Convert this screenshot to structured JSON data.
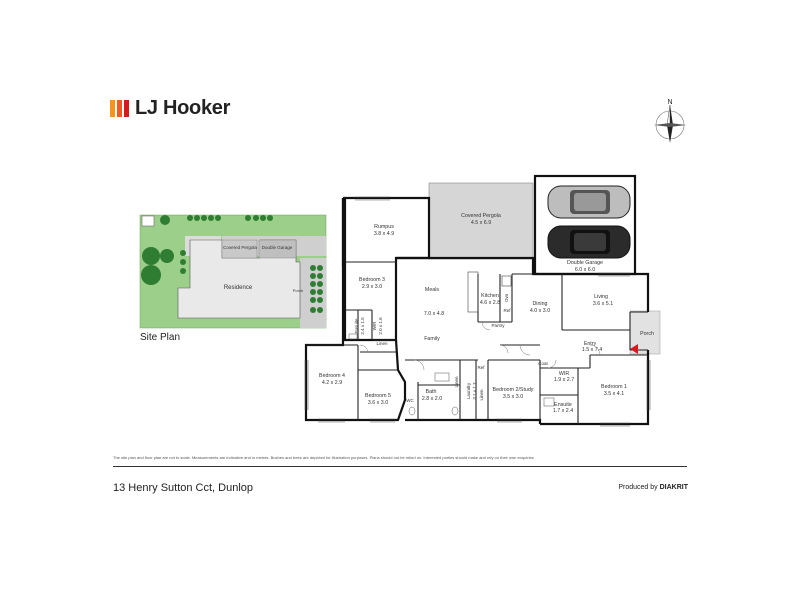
{
  "brand": {
    "name": "LJ Hooker",
    "colors": [
      "#f7941d",
      "#f15a24",
      "#d7181f"
    ]
  },
  "compass": {
    "north_label": "N"
  },
  "site_plan": {
    "caption": "Site Plan",
    "labels": {
      "residence": "Residence",
      "covered_pergola": "Covered Pergola",
      "double_garage": "Double Garage",
      "porch": "Porch"
    }
  },
  "rooms": [
    {
      "id": "covered_pergola",
      "name": "Covered Pergola",
      "size": "4.5 x 6.9"
    },
    {
      "id": "double_garage",
      "name": "Double Garage",
      "size": "6.0 x 6.0"
    },
    {
      "id": "rumpus",
      "name": "Rumpus",
      "size": "3.8 x 4.9"
    },
    {
      "id": "bedroom3",
      "name": "Bedroom 3",
      "size": "2.9 x 3.0"
    },
    {
      "id": "meals",
      "name": "Meals",
      "size": "7.0 x 4.8"
    },
    {
      "id": "family",
      "name": "Family",
      "size": ""
    },
    {
      "id": "kitchen",
      "name": "Kitchen",
      "size": "4.6 x 2.8"
    },
    {
      "id": "dining",
      "name": "Dining",
      "size": "4.0 x 3.0"
    },
    {
      "id": "living",
      "name": "Living",
      "size": "3.6 x 5.1"
    },
    {
      "id": "porch",
      "name": "Porch",
      "size": ""
    },
    {
      "id": "entry",
      "name": "Entry",
      "size": "1.5 x 7.4"
    },
    {
      "id": "bedroom1",
      "name": "Bedroom 1",
      "size": "3.5 x 4.1"
    },
    {
      "id": "wir1",
      "name": "WIR",
      "size": "1.9 x 2.7"
    },
    {
      "id": "ensuite1",
      "name": "Ensuite",
      "size": "1.7 x 2.4"
    },
    {
      "id": "bedroom2",
      "name": "Bedroom 2/Study",
      "size": "3.5 x 3.0"
    },
    {
      "id": "laundry",
      "name": "Laundry",
      "size": "3.1 x 1.7"
    },
    {
      "id": "bath",
      "name": "Bath",
      "size": "2.8 x 2.0"
    },
    {
      "id": "bedroom4",
      "name": "Bedroom 4",
      "size": "4.2 x 2.9"
    },
    {
      "id": "bedroom5",
      "name": "Bedroom 5",
      "size": "3.6 x 3.0"
    },
    {
      "id": "ensuite3",
      "name": "Ensuite",
      "size": "2.4 x 1.5"
    },
    {
      "id": "wir3",
      "name": "WIR",
      "size": "2.0 x 1.6"
    }
  ],
  "small_labels": {
    "pantry": "Pantry",
    "ref": "Ref",
    "oven": "Ovn",
    "linen": "Linen",
    "linen2": "Linen",
    "wc": "WC",
    "coat": "Coat",
    "ref2": "Ref"
  },
  "footer": {
    "disclaimer": "The site plan and floor plan are not to scale. Measurements are indicative and in metres. Bushes and trees are depicted for illustration purposes. Plans should not be relied on. Interested parties should make and rely on their own enquiries",
    "address": "13 Henry Sutton Cct, Dunlop",
    "produced_by": "Produced by",
    "producer": "DIAKRIT"
  }
}
